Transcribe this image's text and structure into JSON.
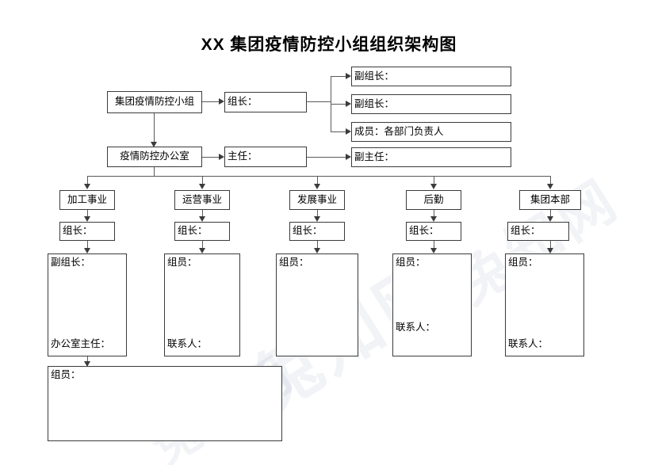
{
  "title": "XX 集团疫情防控小组组织架构图",
  "watermark": "兔知网",
  "top": {
    "group": "集团疫情防控小组",
    "leader": "组长：",
    "office": "疫情防控办公室",
    "director": "主任："
  },
  "right_column": {
    "deputy_leader_1": "副组长：",
    "deputy_leader_2": "副组长：",
    "members": "成员：各部门负责人",
    "deputy_director": "副主任："
  },
  "departments": [
    {
      "name": "加工事业",
      "leader": "组长：",
      "detail_top": "副组长：",
      "detail_bottom": "办公室主任："
    },
    {
      "name": "运营事业",
      "leader": "组长：",
      "detail_top": "组员：",
      "detail_bottom": "联系人："
    },
    {
      "name": "发展事业",
      "leader": "组长：",
      "detail_top": "组员：",
      "detail_bottom": ""
    },
    {
      "name": "后勤",
      "leader": "组长：",
      "detail_top": "组员：",
      "detail_bottom": "联系人："
    },
    {
      "name": "集团本部",
      "leader": "组长：",
      "detail_top": "组员：",
      "detail_bottom": "联系人："
    }
  ],
  "bottom_box": {
    "label": "组员："
  }
}
